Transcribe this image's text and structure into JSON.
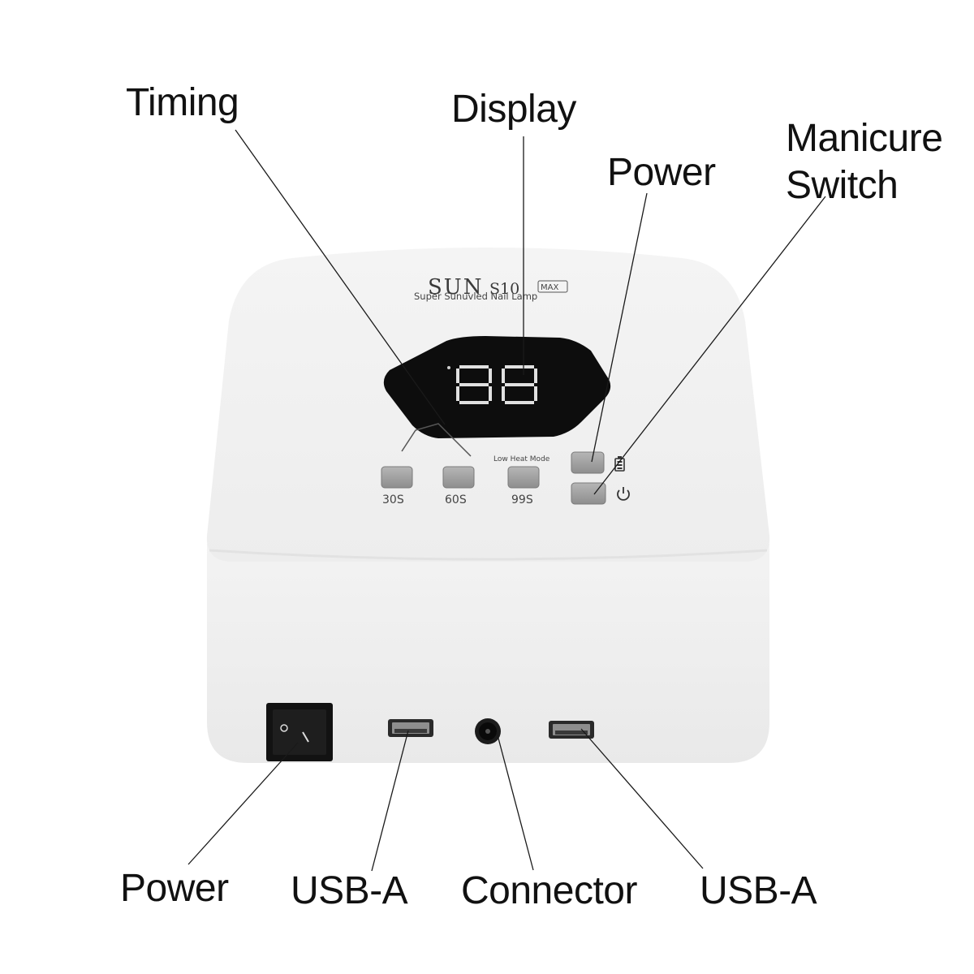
{
  "callouts": {
    "timing": "Timing",
    "display": "Display",
    "power_top": "Power",
    "manicure_line1": "Manicure",
    "manicure_line2": "Switch",
    "power_bottom": "Power",
    "usb_left": "USB-A",
    "connector": "Connector",
    "usb_right": "USB-A"
  },
  "device": {
    "brand": "SUN",
    "model": "S10",
    "badge": "MAX",
    "tagline": "Super Sunuvled Nail Lamp",
    "display_digits": "88",
    "low_heat_label": "Low Heat Mode",
    "timer_buttons": [
      "30S",
      "60S",
      "99S"
    ]
  },
  "icons": {
    "battery": "battery-icon",
    "power": "power-icon"
  },
  "colors": {
    "body": "#f1f1f1",
    "display_panel": "#0d0d0d",
    "button": "#a8a8a8",
    "label_text": "#111111"
  }
}
